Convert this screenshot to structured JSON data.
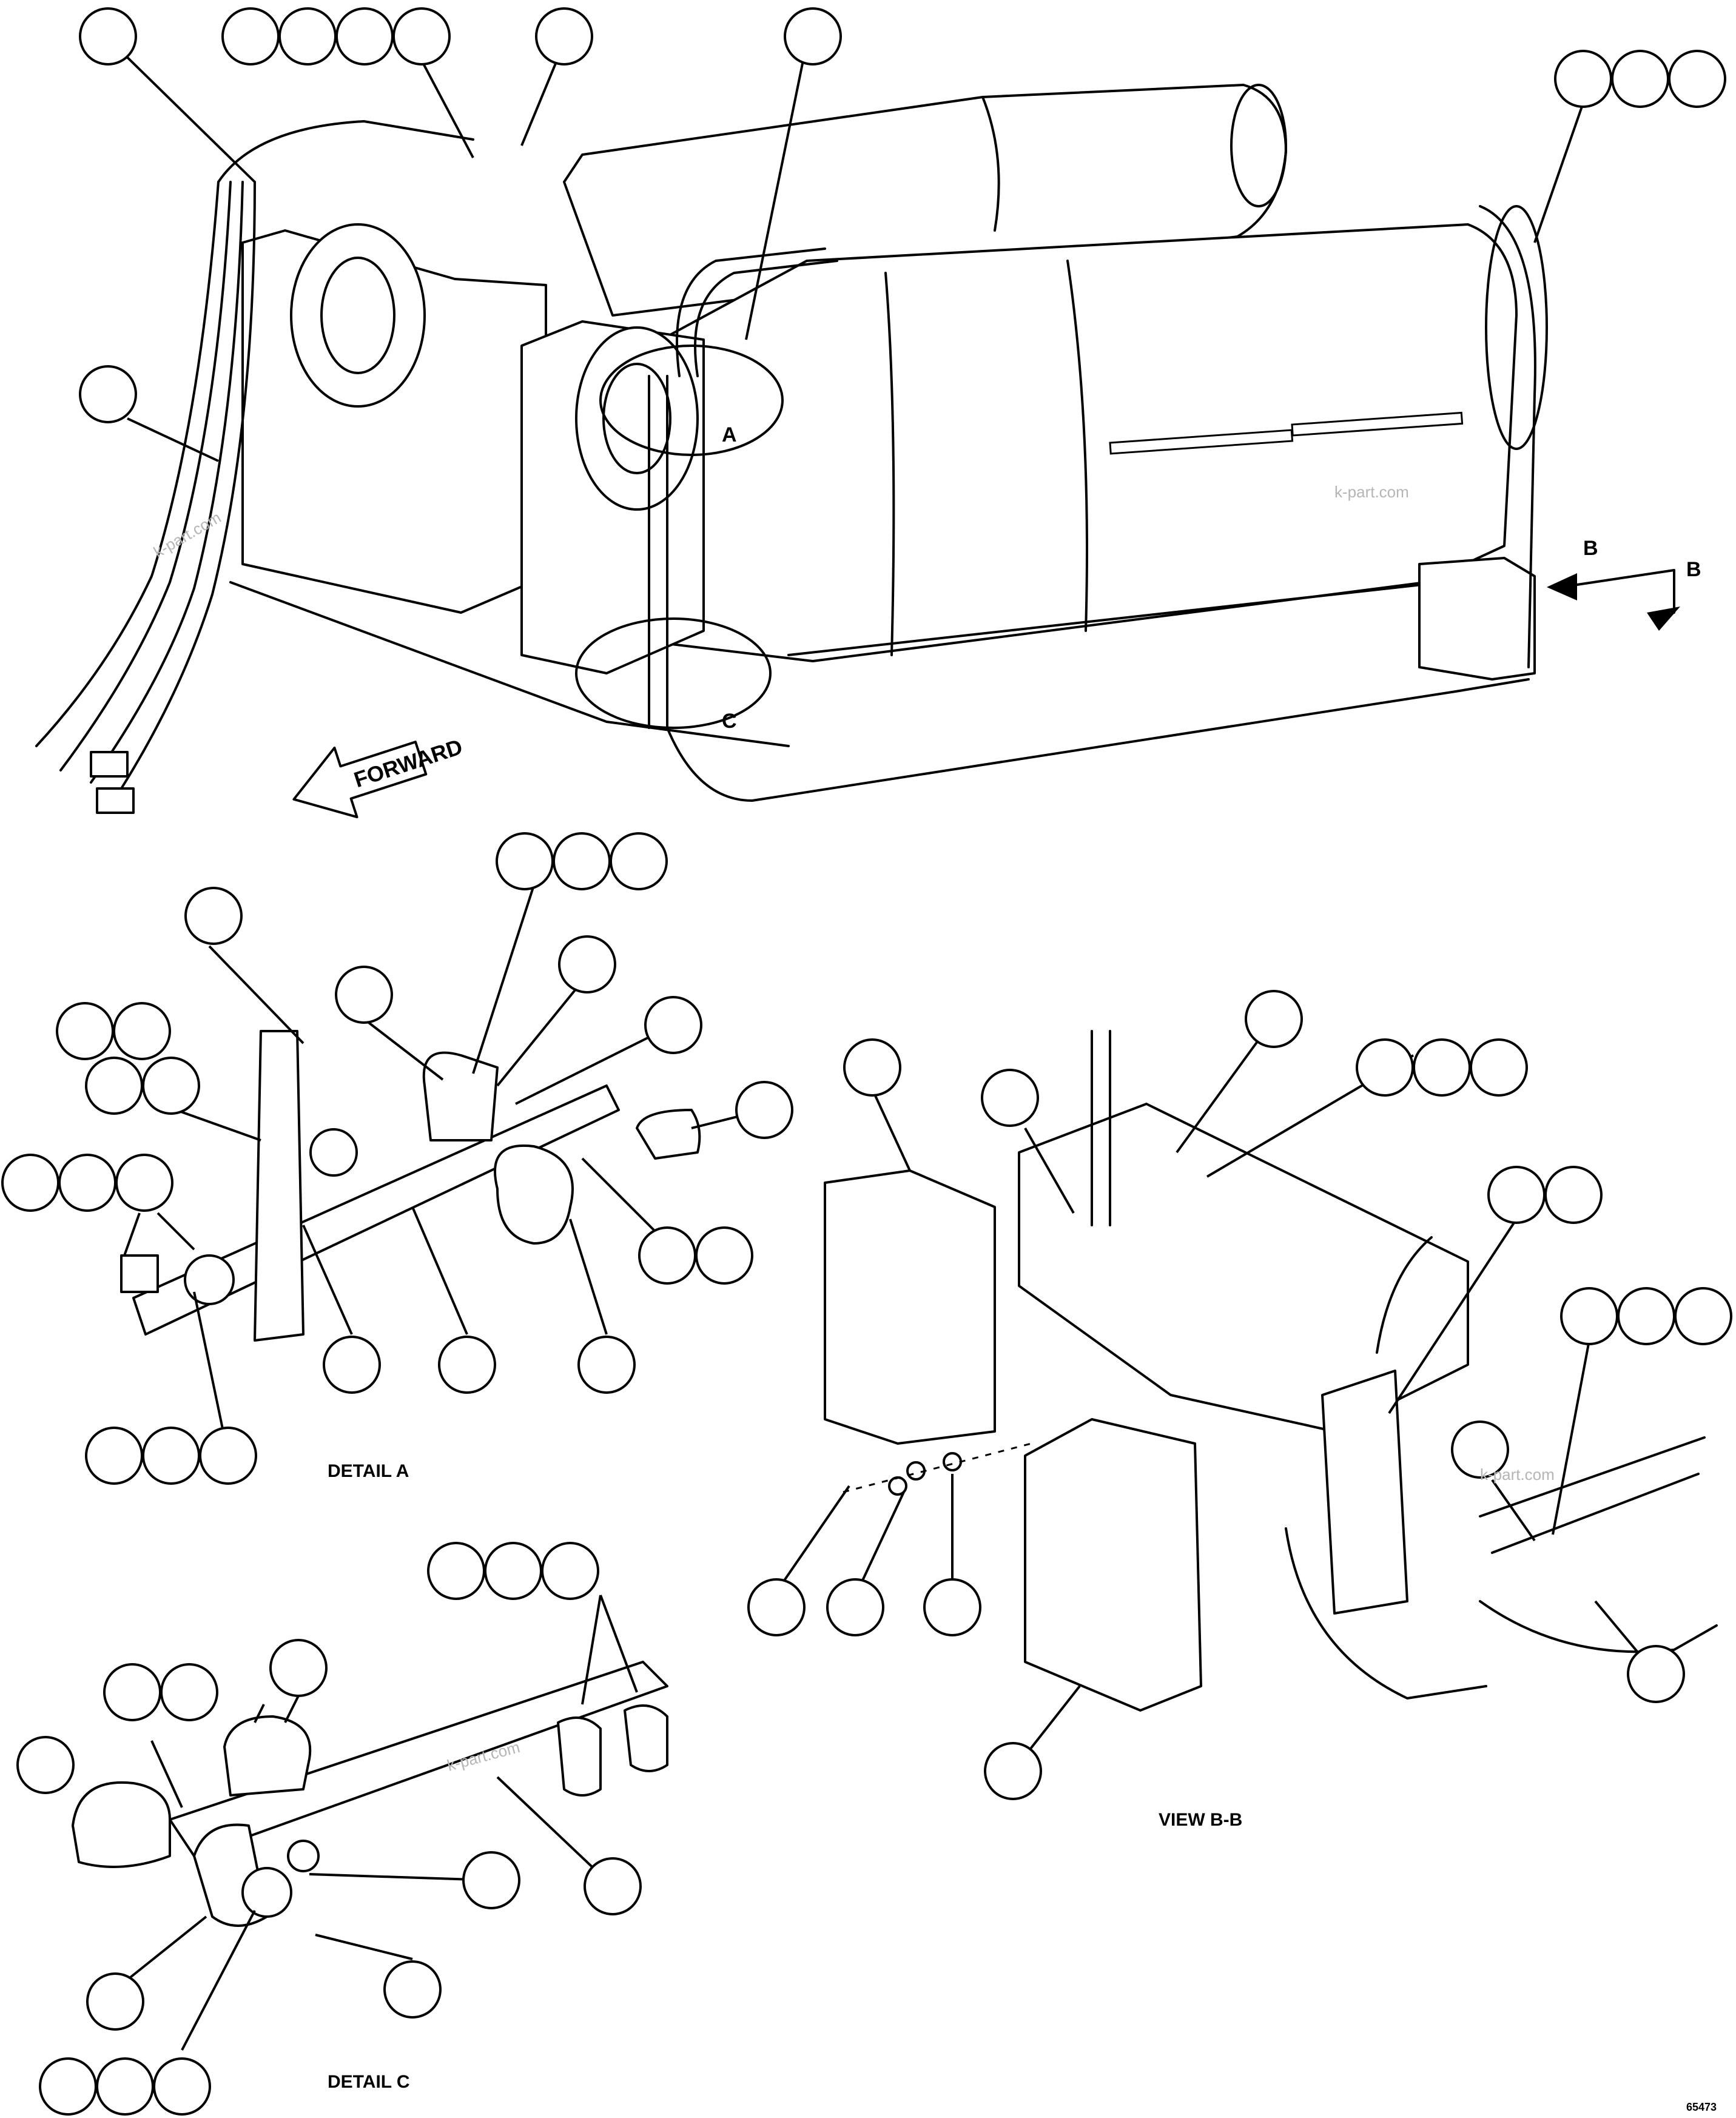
{
  "labels": {
    "detail_a": "DETAIL A",
    "detail_c": "DETAIL C",
    "view_bb": "VIEW B-B",
    "forward": "FORWARD",
    "ref_a": "A",
    "ref_b": "B",
    "ref_c": "C",
    "figure_id": "65473"
  },
  "watermarks": [
    "k-part.com",
    "k-part.com",
    "k-part.com",
    "k-part.com"
  ]
}
